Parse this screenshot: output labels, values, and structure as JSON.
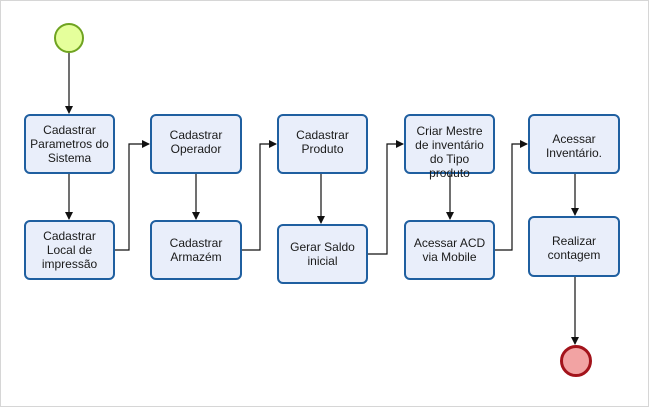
{
  "tasks": {
    "t1": "Cadastrar Parametros do Sistema",
    "t2": "Cadastrar Local de impressão",
    "t3": "Cadastrar Operador",
    "t4": "Cadastrar Armazém",
    "t5": "Cadastrar Produto",
    "t6": "Gerar Saldo inicial",
    "t7": "Criar Mestre de inventário  do Tipo produto",
    "t8": "Acessar ACD via Mobile",
    "t9": "Acessar Inventário.",
    "t10": "Realizar contagem"
  },
  "colors": {
    "task_fill": "#e9eefa",
    "task_border": "#1f5fa0",
    "start_fill": "#e5ff9b",
    "start_border": "#6fa321",
    "end_fill": "#f2a3a3",
    "end_border": "#a3131b"
  }
}
